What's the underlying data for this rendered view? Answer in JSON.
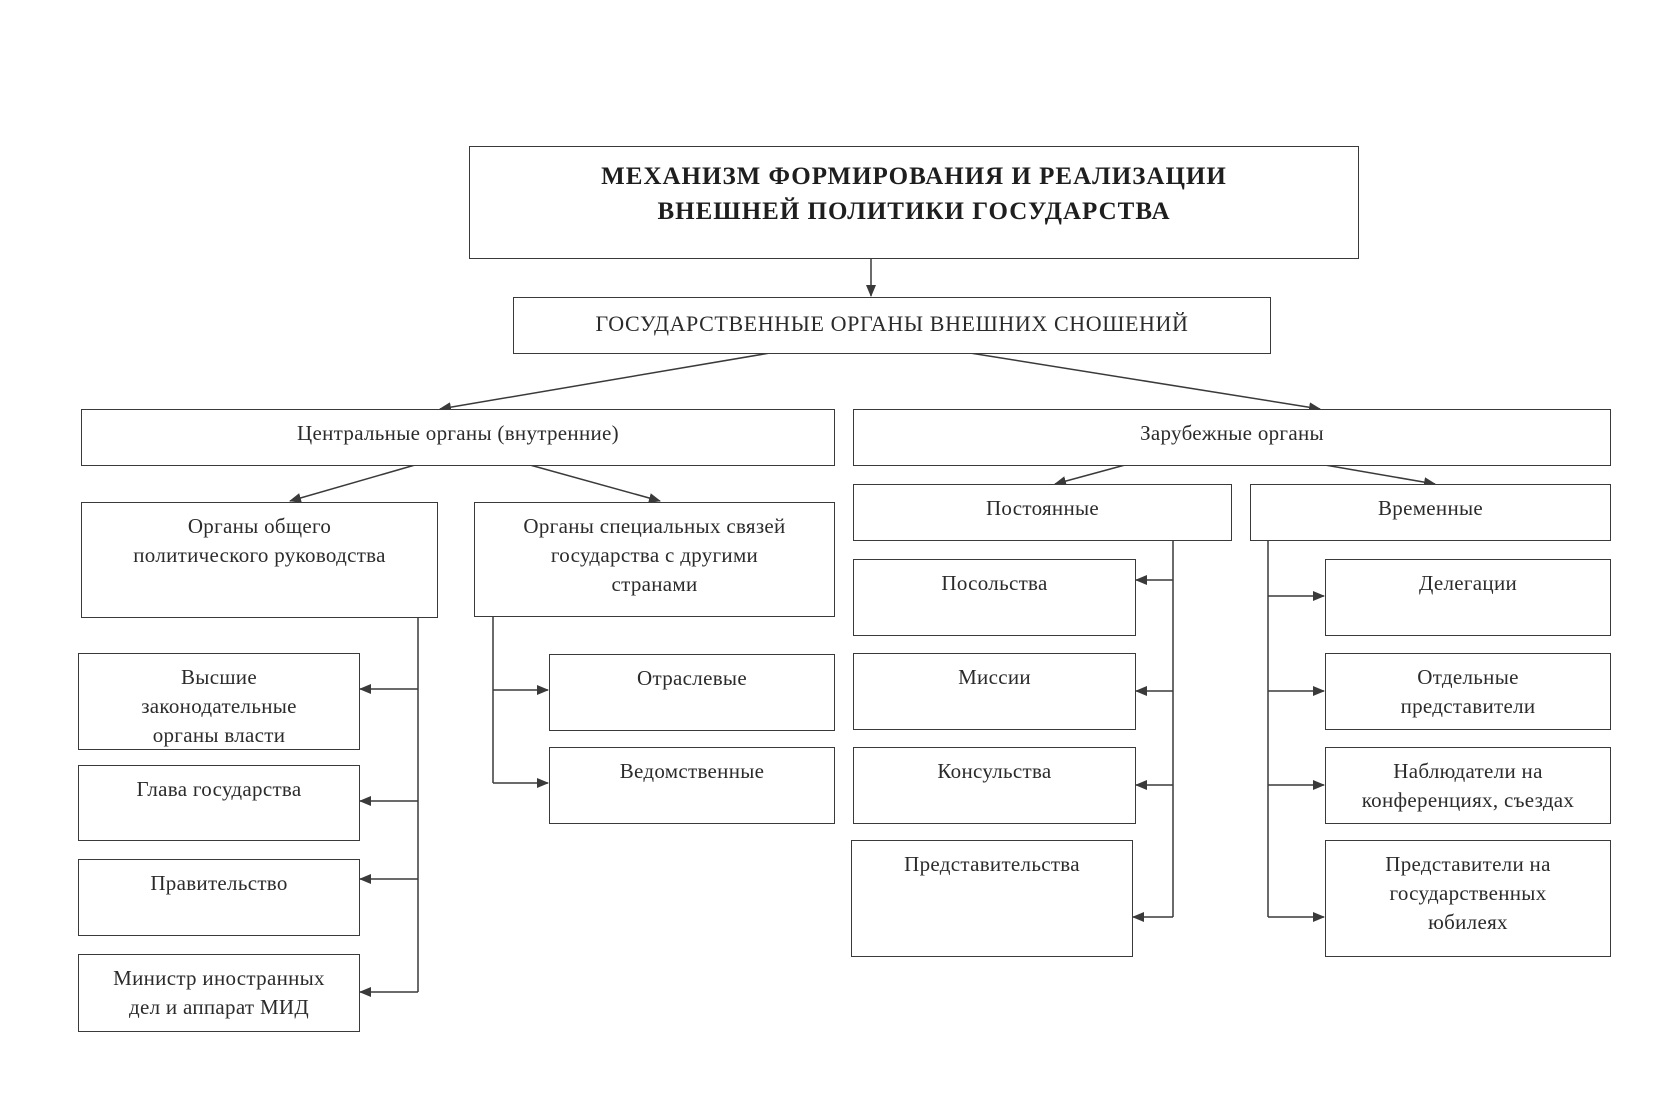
{
  "title": "МЕХАНИЗМ ФОРМИРОВАНИЯ И РЕАЛИЗАЦИИ\nВНЕШНЕЙ ПОЛИТИКИ ГОСУДАРСТВА",
  "state_bodies": "ГОСУДАРСТВЕННЫЕ ОРГАНЫ ВНЕШНИХ СНОШЕНИЙ",
  "central": {
    "label": "Центральные органы (внутренние)",
    "general": {
      "label": "Органы общего\nполитического руководства",
      "items": [
        "Высшие\nзаконодательные\nорганы власти",
        "Глава государства",
        "Правительство",
        "Министр иностранных\nдел и аппарат МИД"
      ]
    },
    "special": {
      "label": "Органы специальных связей\nгосударства с другими\nстранами",
      "items": [
        "Отраслевые",
        "Ведомственные"
      ]
    }
  },
  "foreign": {
    "label": "Зарубежные органы",
    "permanent": {
      "label": "Постоянные",
      "items": [
        "Посольства",
        "Миссии",
        "Консульства",
        "Представительства"
      ]
    },
    "temporary": {
      "label": "Временные",
      "items": [
        "Делегации",
        "Отдельные\nпредставители",
        "Наблюдатели на\nконференциях, съездах",
        "Представители на\nгосударственных\nюбилеях"
      ]
    }
  },
  "colors": {
    "line": "#3a3a3a",
    "text": "#2b2b2b",
    "background": "#ffffff"
  }
}
